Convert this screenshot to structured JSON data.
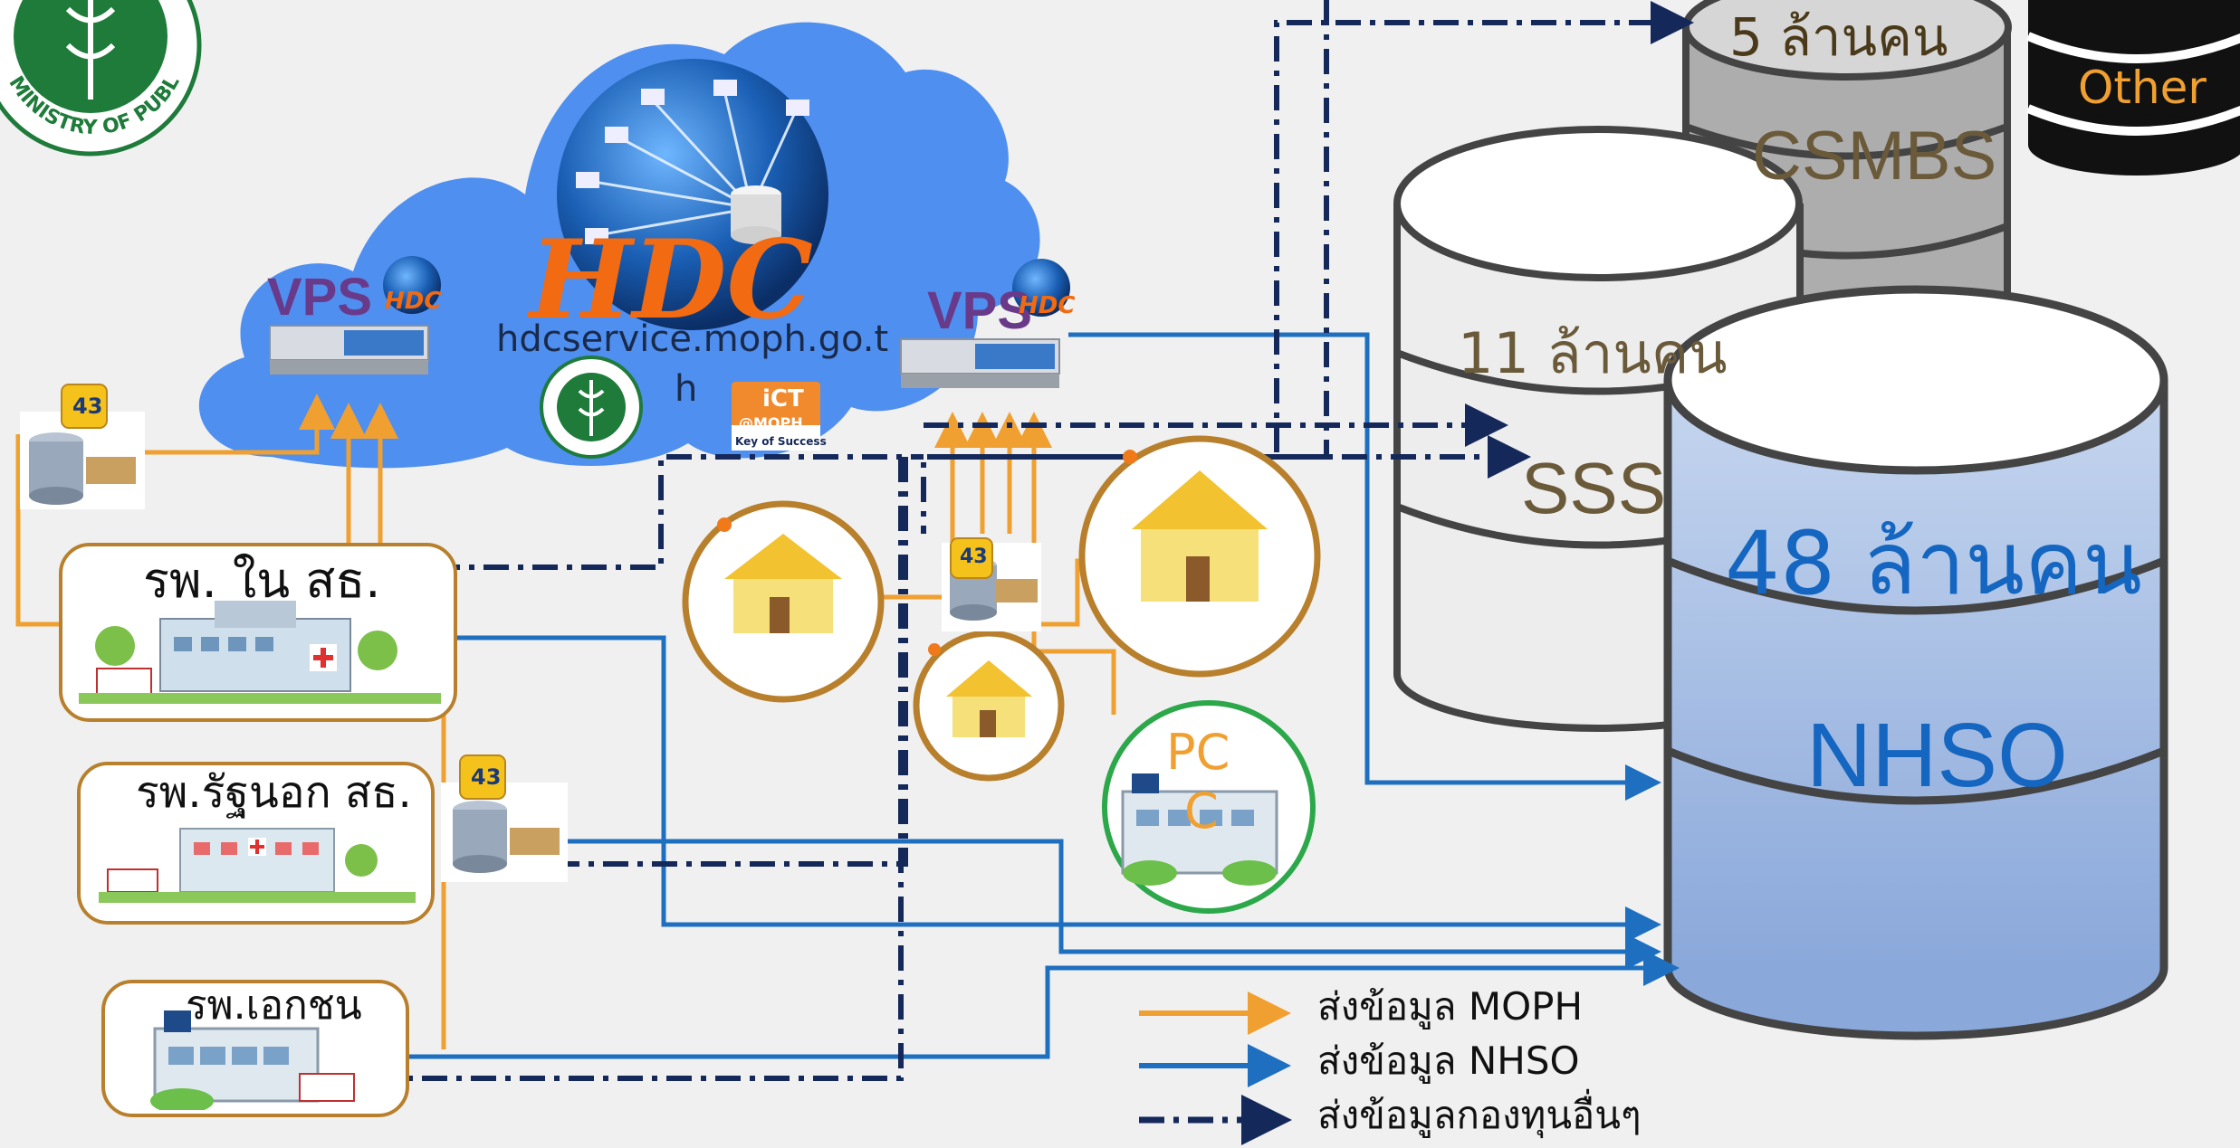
{
  "cloud": {
    "title": "HDC",
    "url_line1": "hdcservice.moph.go.t",
    "url_line2": "h",
    "vps_left": "VPS",
    "vps_right": "VPS",
    "vps_badge": "HDC",
    "ict_line1": "iCT",
    "ict_line2": "@MOPH",
    "ict_line3": "Key of Success"
  },
  "logo": {
    "arc_text": "MINISTRY OF PUBLIC HEALTH"
  },
  "databases": {
    "other": {
      "label": "Other"
    },
    "csmbs": {
      "count": "5 ล้านคน",
      "label": "CSMBS"
    },
    "sss": {
      "count": "11 ล้านคน",
      "label": "SSS"
    },
    "nhso": {
      "count": "48 ล้านคน",
      "label": "NHSO"
    }
  },
  "hospitals": {
    "moph": "รพ. ใน สธ.",
    "gov_other": "รพ.รัฐนอก สธ.",
    "private": "รพ.เอกชน"
  },
  "pcc": {
    "line1": "PC",
    "line2": "C"
  },
  "badge43": "43",
  "legend": [
    {
      "label": "ส่งข้อมูล MOPH",
      "color": "#f0a030",
      "style": "solid"
    },
    {
      "label": "ส่งข้อมูล NHSO",
      "color": "#1e6fc0",
      "style": "solid"
    },
    {
      "label": "ส่งข้อมูลกองทุนอื่นๆ",
      "color": "#14285a",
      "style": "dashdot"
    }
  ],
  "colors": {
    "moph_line": "#f0a030",
    "nhso_line": "#1e6fc0",
    "other_line": "#14285a",
    "cloud": "#4f8ff0",
    "nhso_text": "#1466c0",
    "db_text": "#6a5a3a",
    "hosp_border": "#b8802c"
  }
}
